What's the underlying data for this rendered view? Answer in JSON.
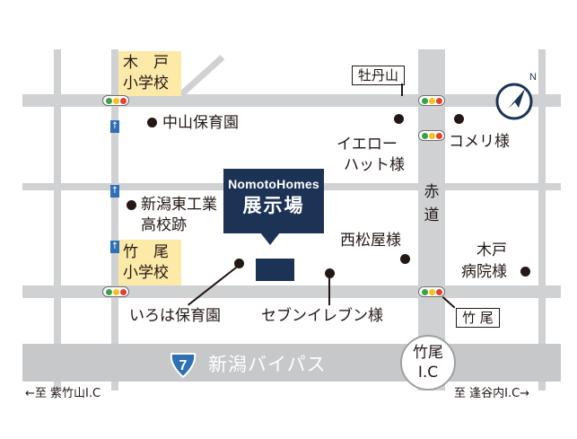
{
  "map": {
    "showroom": {
      "brand": "NomotoHomes",
      "name": "展示場"
    },
    "schools": [
      {
        "line1": "木　戸",
        "line2": "小学校"
      },
      {
        "line1": "竹　尾",
        "line2": "小学校"
      }
    ],
    "places": {
      "nursery_nakayama": "中山保育園",
      "former_school_line1": "新潟東工業",
      "former_school_line2": "高校跡",
      "iroha_nursery": "いろは保育園",
      "seven_eleven": "セブンイレブン様",
      "yellow_hat_line1": "イエロー",
      "yellow_hat_line2": "ハット様",
      "komeri": "コメリ様",
      "nishimatsuya": "西松屋様",
      "kido_hospital_line1": "木戸",
      "kido_hospital_line2": "病院様"
    },
    "intersections": {
      "botanyama": "牡丹山",
      "takeo": "竹 尾"
    },
    "street_akamichi": [
      "赤",
      "道"
    ],
    "bypass": {
      "route_number": "7",
      "name": "新潟バイパス"
    },
    "interchange": {
      "line1": "竹尾",
      "line2": "I.C"
    },
    "directions": {
      "left": "←至 紫竹山I.C",
      "right": "至 逢谷内I.C→"
    },
    "compass_letter": "N",
    "colors": {
      "road": "#cfd1d3",
      "showroom": "#1c3356",
      "school_bg": "#fde9a8",
      "route_blue": "#2e6fb5"
    }
  }
}
